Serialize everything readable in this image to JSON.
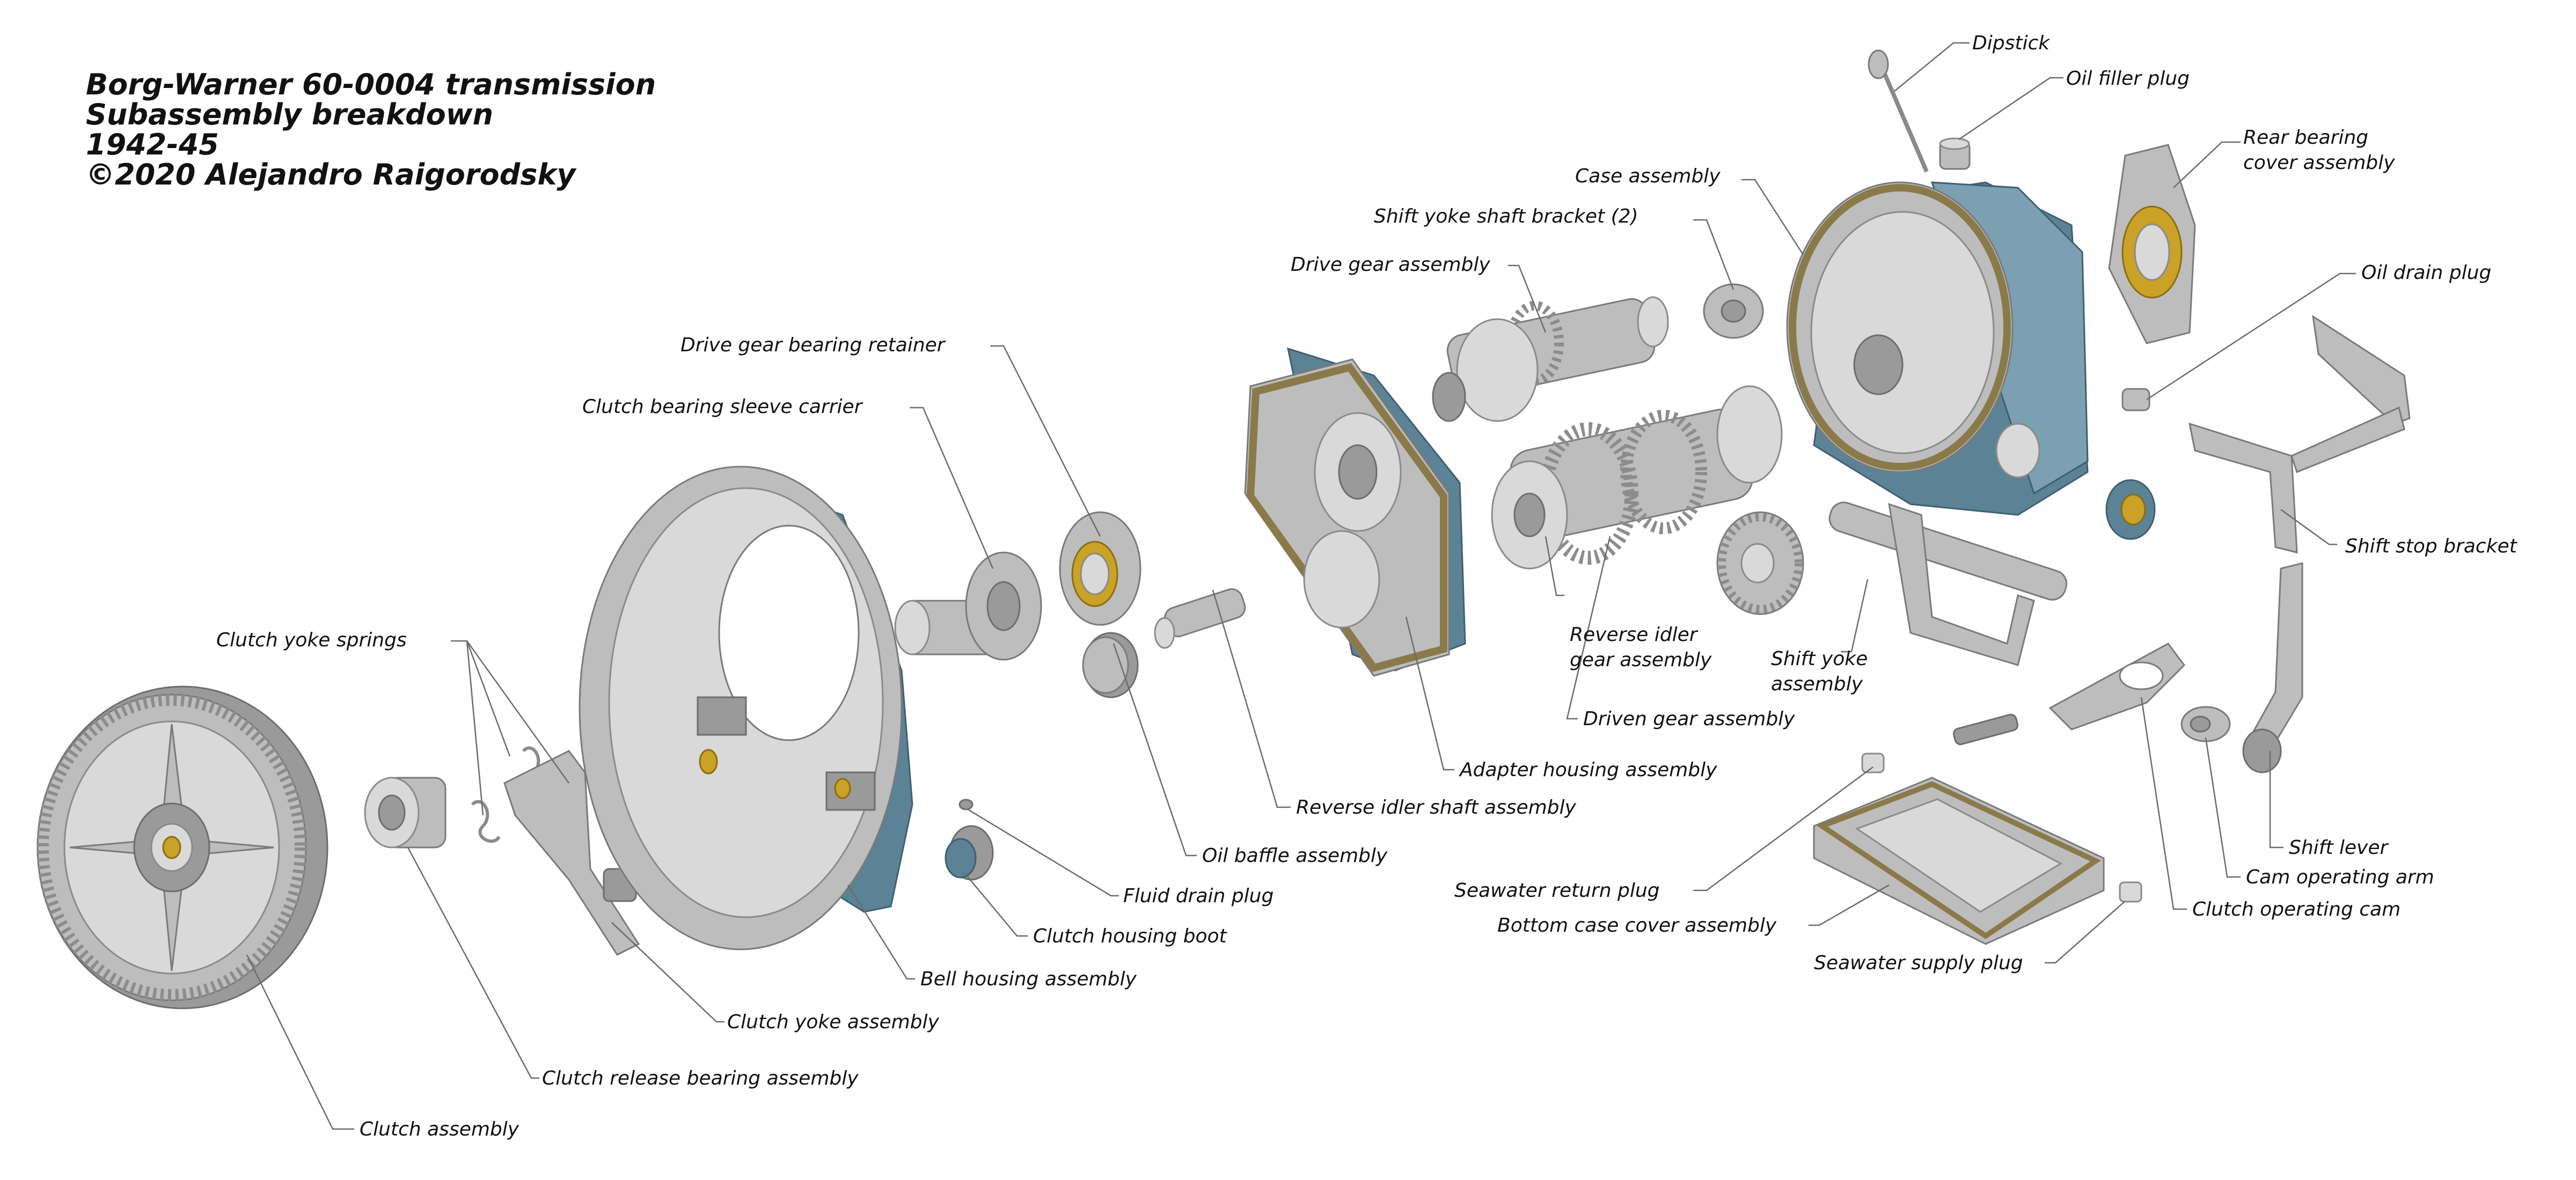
{
  "title": {
    "lines": [
      "Borg-Warner 60-0004 transmission",
      "Subassembly breakdown",
      "1942-45",
      "©2020 Alejandro Raigorodsky"
    ]
  },
  "labels": {
    "dipstick": "Dipstick",
    "oil_filler_plug": "Oil filler plug",
    "rear_bearing_cover_1": "Rear bearing",
    "rear_bearing_cover_2": "cover assembly",
    "case_assembly": "Case assembly",
    "shift_yoke_shaft_bracket": "Shift yoke shaft bracket (2)",
    "oil_drain_plug": "Oil drain plug",
    "drive_gear_assembly": "Drive gear assembly",
    "drive_gear_bearing_retainer": "Drive gear bearing retainer",
    "clutch_bearing_sleeve_carrier": "Clutch bearing sleeve carrier",
    "shift_stop_bracket": "Shift stop bracket",
    "reverse_idler_gear_1": "Reverse idler",
    "reverse_idler_gear_2": "gear assembly",
    "shift_yoke_1": "Shift yoke",
    "shift_yoke_2": "assembly",
    "clutch_yoke_springs": "Clutch yoke springs",
    "driven_gear_assembly": "Driven gear assembly",
    "adapter_housing_assembly": "Adapter housing assembly",
    "reverse_idler_shaft_assembly": "Reverse idler shaft assembly",
    "shift_lever": "Shift lever",
    "oil_baffle_assembly": "Oil baffle assembly",
    "cam_operating_arm": "Cam operating arm",
    "seawater_return_plug": "Seawater return plug",
    "fluid_drain_plug": "Fluid drain plug",
    "clutch_operating_cam": "Clutch operating cam",
    "bottom_case_cover_assembly": "Bottom case cover assembly",
    "clutch_housing_boot": "Clutch housing boot",
    "seawater_supply_plug": "Seawater supply plug",
    "bell_housing_assembly": "Bell housing assembly",
    "clutch_yoke_assembly": "Clutch yoke assembly",
    "clutch_release_bearing_assembly": "Clutch release bearing assembly",
    "clutch_assembly": "Clutch assembly"
  }
}
